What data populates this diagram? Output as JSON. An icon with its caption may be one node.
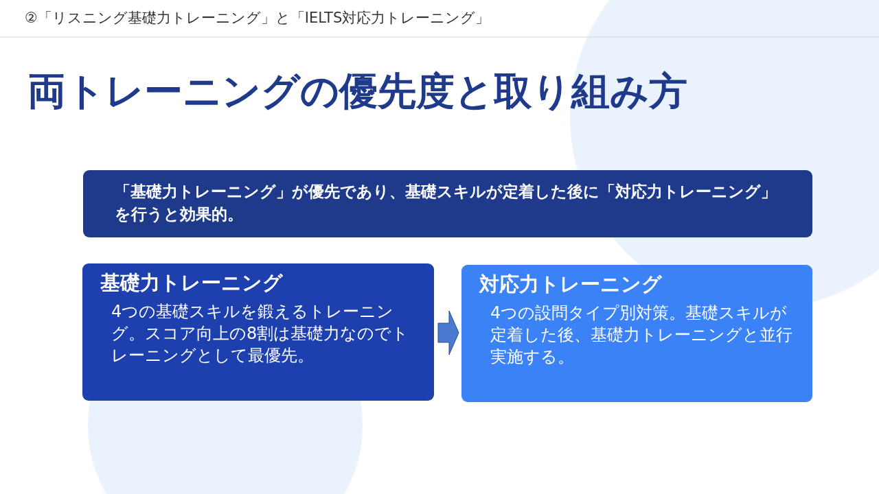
{
  "diagram": {
    "title": "両トレーニングの優先度と取り組み方",
    "nodes": [
      {
        "text": [
          "「基礎力トレーニング」が優先であり、基礎スキルが定着した後に「対応力トレーニング」を行うと効果的。"
        ]
      },
      {
        "text": [
          "基礎力トレーニング",
          "4つの基礎スキルを鍛えるトレーニング。スコア向上の8割は基礎力なのでトレーニングとして最優先。"
        ]
      },
      {
        "text": [
          "対応力トレーニング",
          "4つの設問タイプ別対策。基礎スキルが定着した後、基礎力トレーニングと並行実施する。"
        ]
      }
    ],
    "edges": [
      {
        "from": 1,
        "to": 2,
        "arrow": "to"
      }
    ],
    "labels": [
      "②「リスニング基礎力トレーニング」と「IELTS対応力トレーニング」"
    ]
  }
}
